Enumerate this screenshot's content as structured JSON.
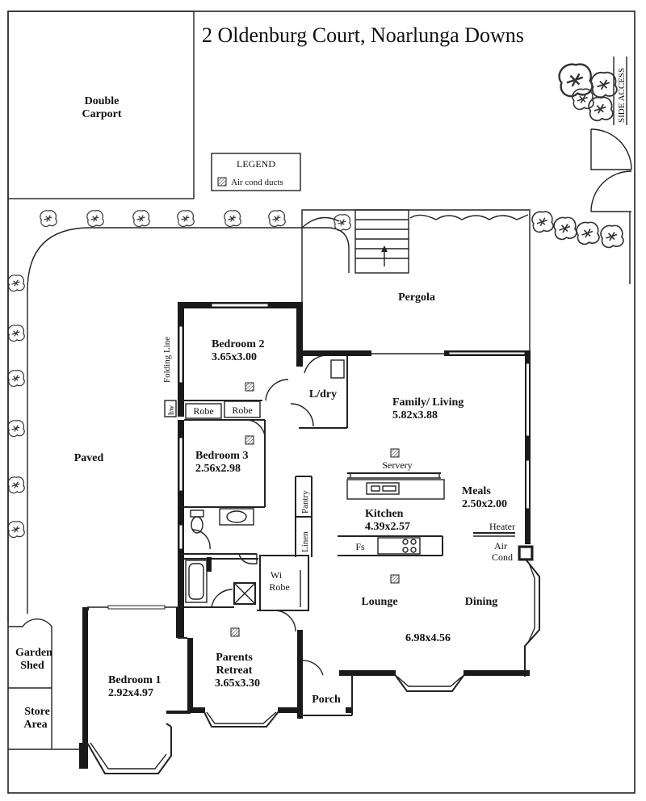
{
  "title": "2 Oldenburg Court,  Noarlunga Downs",
  "legend": {
    "heading": "LEGEND",
    "item": "Air cond ducts"
  },
  "side_access": "SIDE ACCESS",
  "labels": {
    "carport_1": "Double",
    "carport_2": "Carport",
    "pergola": "Pergola",
    "paved": "Paved",
    "folding_line": "Folding Line",
    "hw": "hw",
    "garden_shed_1": "Garden",
    "garden_shed_2": "Shed",
    "store_1": "Store",
    "store_2": "Area",
    "robe": "Robe",
    "ldry": "L/dry",
    "servery": "Servery",
    "pantry": "Pantry",
    "linen": "Linen",
    "wi_1": "Wi",
    "wi_2": "Robe",
    "fs": "Fs",
    "heater": "Heater",
    "aircond_1": "Air",
    "aircond_2": "Cond",
    "porch": "Porch"
  },
  "rooms": {
    "bedroom2": {
      "name": "Bedroom 2",
      "size": "3.65x3.00"
    },
    "bedroom3": {
      "name": "Bedroom 3",
      "size": "2.56x2.98"
    },
    "bedroom1": {
      "name": "Bedroom 1",
      "size": "2.92x4.97"
    },
    "family": {
      "name": "Family/ Living",
      "size": "5.82x3.88"
    },
    "meals": {
      "name": "Meals",
      "size": "2.50x2.00"
    },
    "kitchen": {
      "name": "Kitchen",
      "size": "4.39x2.57"
    },
    "lounge": {
      "name": "Lounge"
    },
    "dining": {
      "name": "Dining"
    },
    "lounge_dining_size": "6.98x4.56",
    "retreat": {
      "name_1": "Parents",
      "name_2": "Retreat",
      "size": "3.65x3.30"
    }
  }
}
